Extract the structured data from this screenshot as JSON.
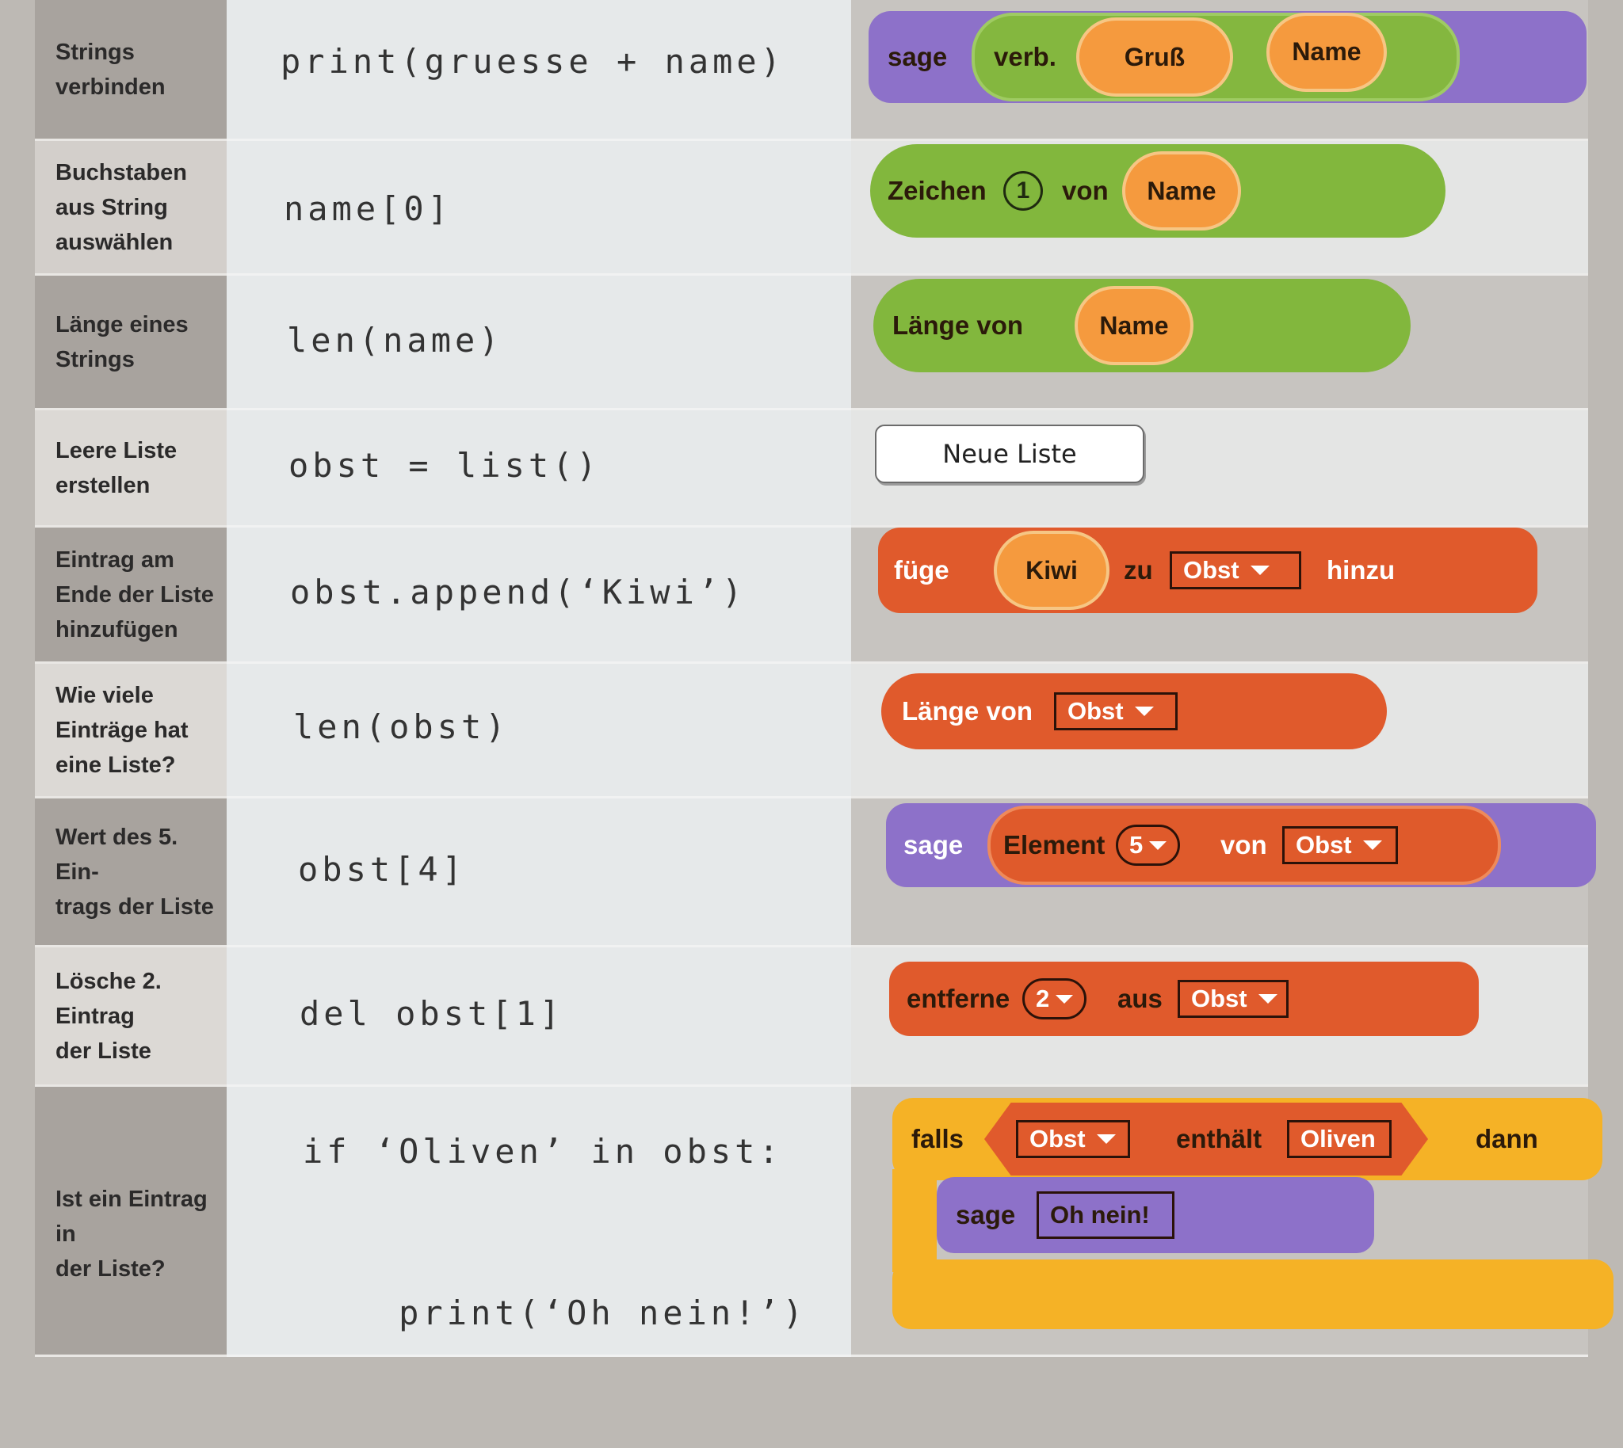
{
  "rows": [
    {
      "label": [
        "Strings",
        "verbinden"
      ],
      "code": [
        "print(gruesse + name)"
      ],
      "block": {
        "say": "sage",
        "join": "verb.",
        "a": "Gruß",
        "b": "Name"
      }
    },
    {
      "label": [
        "Buchstaben",
        "aus String",
        "auswählen"
      ],
      "code": [
        "name[0]"
      ],
      "block": {
        "letter": "Zeichen",
        "num": "1",
        "of": "von",
        "var": "Name"
      }
    },
    {
      "label": [
        "Länge eines",
        "Strings"
      ],
      "code": [
        "len(name)"
      ],
      "block": {
        "length": "Länge von",
        "var": "Name"
      }
    },
    {
      "label": [
        "Leere Liste",
        "erstellen"
      ],
      "code": [
        "obst = list()"
      ],
      "block": {
        "button": "Neue Liste"
      }
    },
    {
      "label": [
        "Eintrag am",
        "Ende der Liste",
        "hinzufügen"
      ],
      "code": [
        "obst.append(‘Kiwi’)"
      ],
      "block": {
        "add": "füge",
        "item": "Kiwi",
        "to": "zu",
        "list": "Obst",
        "end": "hinzu"
      }
    },
    {
      "label": [
        "Wie viele",
        "Einträge hat",
        "eine Liste?"
      ],
      "code": [
        "len(obst)"
      ],
      "block": {
        "length": "Länge von",
        "list": "Obst"
      }
    },
    {
      "label": [
        "Wert des 5. Ein-",
        "trags der Liste"
      ],
      "code": [
        "obst[4]"
      ],
      "block": {
        "say": "sage",
        "item": "Element",
        "num": "5",
        "of": "von",
        "list": "Obst"
      }
    },
    {
      "label": [
        "Lösche 2. Eintrag",
        "der Liste"
      ],
      "code": [
        "del obst[1]"
      ],
      "block": {
        "delete": "entferne",
        "num": "2",
        "from": "aus",
        "list": "Obst"
      }
    },
    {
      "label": [
        "Ist ein Eintrag in",
        "der Liste?"
      ],
      "code": [
        "if ‘Oliven’ in obst:",
        "    print(‘Oh nein!’)"
      ],
      "block": {
        "if": "falls",
        "list": "Obst",
        "contains": "enthält",
        "value": "Oliven",
        "then": "dann",
        "say": "sage",
        "msg": "Oh nein!"
      }
    }
  ],
  "colors": {
    "looks": "#8d71c9",
    "operators": "#82b73d",
    "lists": "#e05a2c",
    "control": "#f5b226",
    "reporter": "#f59a3e"
  }
}
